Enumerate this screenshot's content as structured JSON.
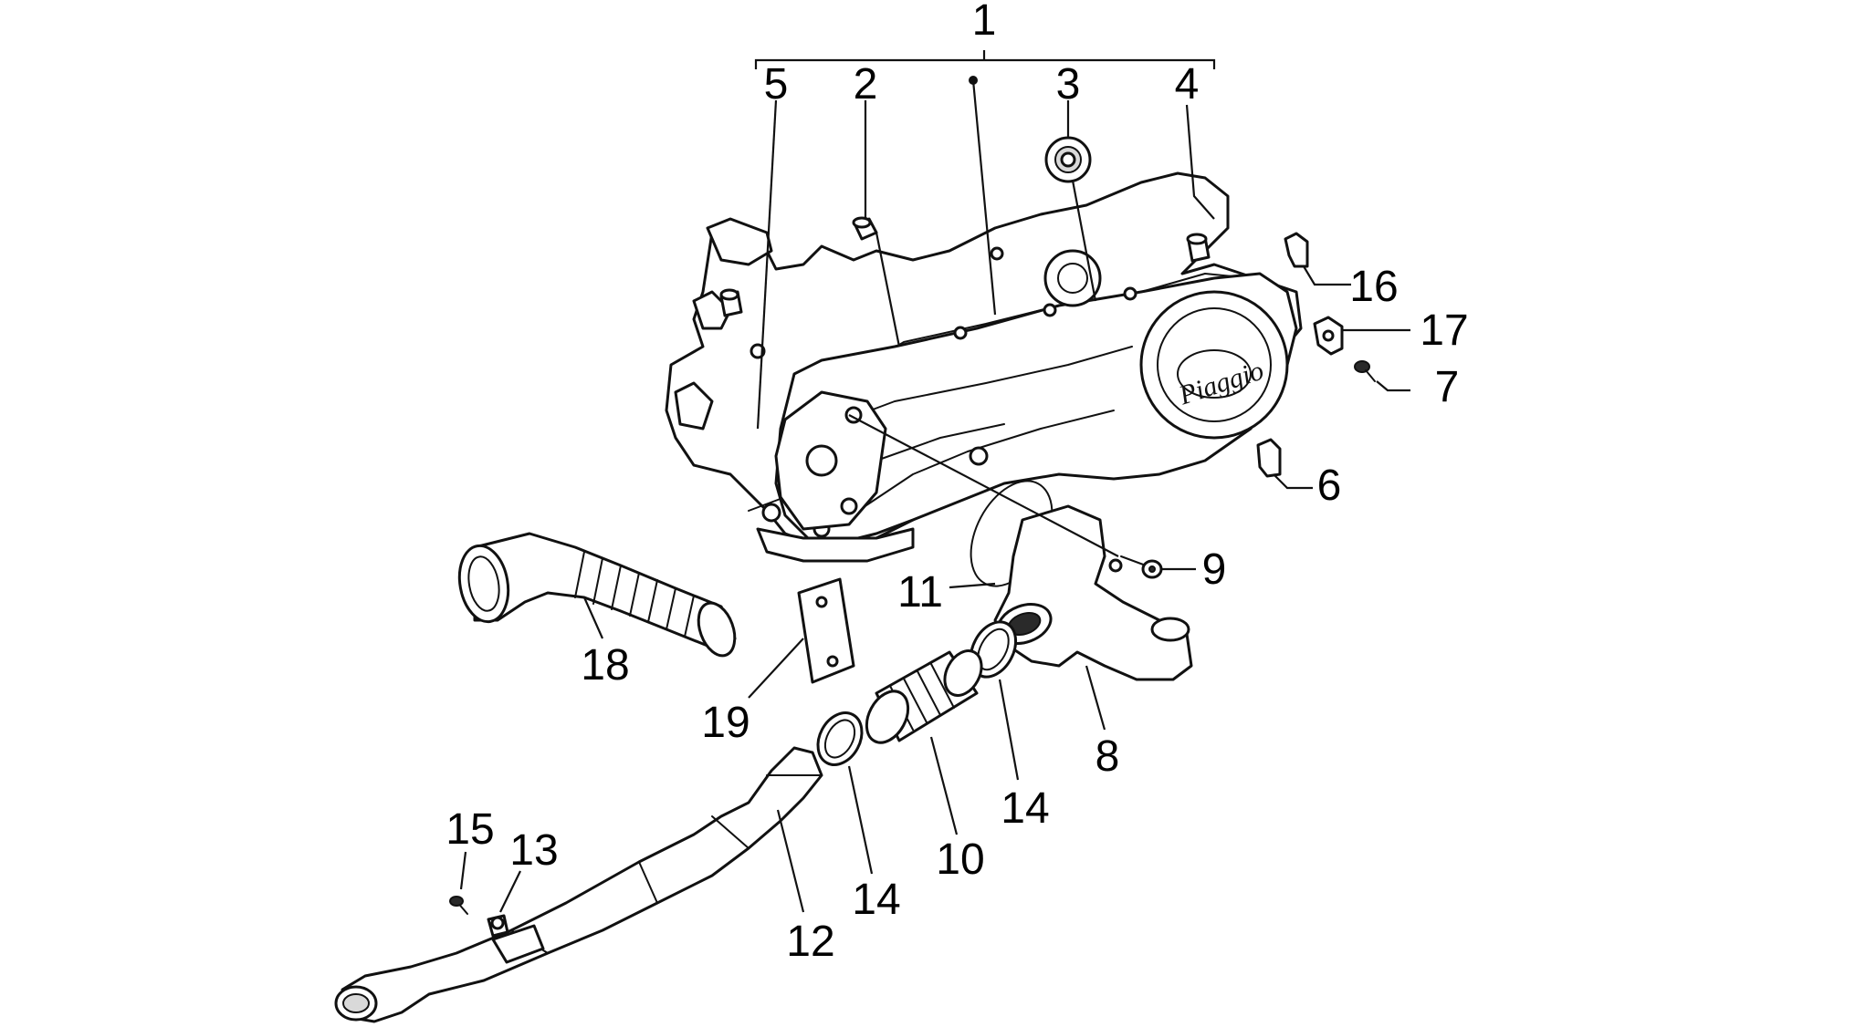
{
  "diagram": {
    "brand_mark": "Piaggio",
    "callouts": {
      "c1": "1",
      "c2": "2",
      "c3": "3",
      "c4": "4",
      "c5": "5",
      "c6": "6",
      "c7": "7",
      "c8": "8",
      "c9": "9",
      "c10": "10",
      "c11": "11",
      "c12": "12",
      "c13": "13",
      "c14a": "14",
      "c14b": "14",
      "c15": "15",
      "c16": "16",
      "c17": "17",
      "c18": "18",
      "c19": "19"
    }
  }
}
